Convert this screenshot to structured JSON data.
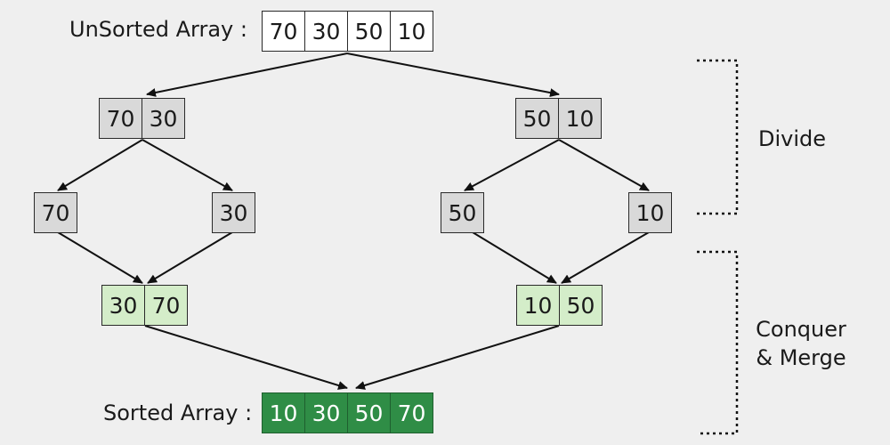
{
  "unsorted_label": "UnSorted Array :",
  "sorted_label": "Sorted Array :",
  "arrays": {
    "unsorted": [
      "70",
      "30",
      "50",
      "10"
    ],
    "left_half": [
      "70",
      "30"
    ],
    "right_half": [
      "50",
      "10"
    ],
    "leaf_1": [
      "70"
    ],
    "leaf_2": [
      "30"
    ],
    "leaf_3": [
      "50"
    ],
    "leaf_4": [
      "10"
    ],
    "merged_left": [
      "30",
      "70"
    ],
    "merged_right": [
      "10",
      "50"
    ],
    "sorted": [
      "10",
      "30",
      "50",
      "70"
    ]
  },
  "phases": {
    "divide": "Divide",
    "conquer_line1": "Conquer",
    "conquer_line2": "& Merge"
  },
  "colors": {
    "background": "#efefef",
    "unsorted_fill": "#ffffff",
    "divide_fill": "#d9d9d9",
    "merge_fill": "#d4edc9",
    "sorted_fill": "#2f8d46"
  }
}
